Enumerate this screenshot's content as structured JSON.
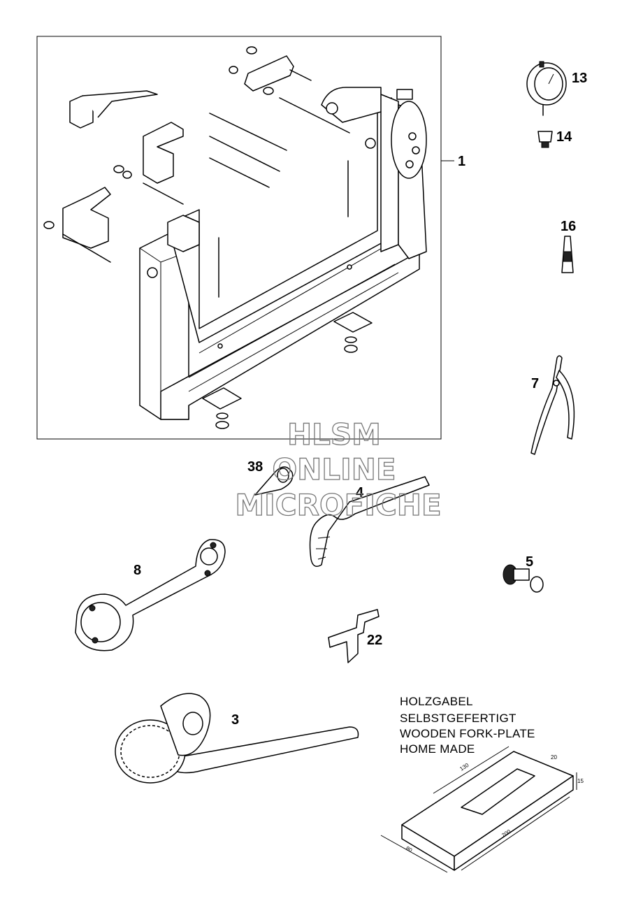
{
  "callouts": {
    "c1": "1",
    "c13": "13",
    "c14": "14",
    "c16": "16",
    "c7": "7",
    "c38": "38",
    "c4": "4",
    "c5": "5",
    "c8": "8",
    "c22": "22",
    "c3": "3"
  },
  "note": {
    "line1": "HOLZGABEL",
    "line2": "SELBSTGEFERTIGT",
    "line3": "WOODEN FORK-PLATE",
    "line4": "HOME MADE"
  },
  "dimensions": {
    "d130": "130",
    "d20": "20",
    "d15": "15",
    "d200": "200",
    "d80": "80"
  },
  "watermark": {
    "line1": "HLSM",
    "line2": "ONLINE",
    "line3": "MICROFICHE"
  }
}
